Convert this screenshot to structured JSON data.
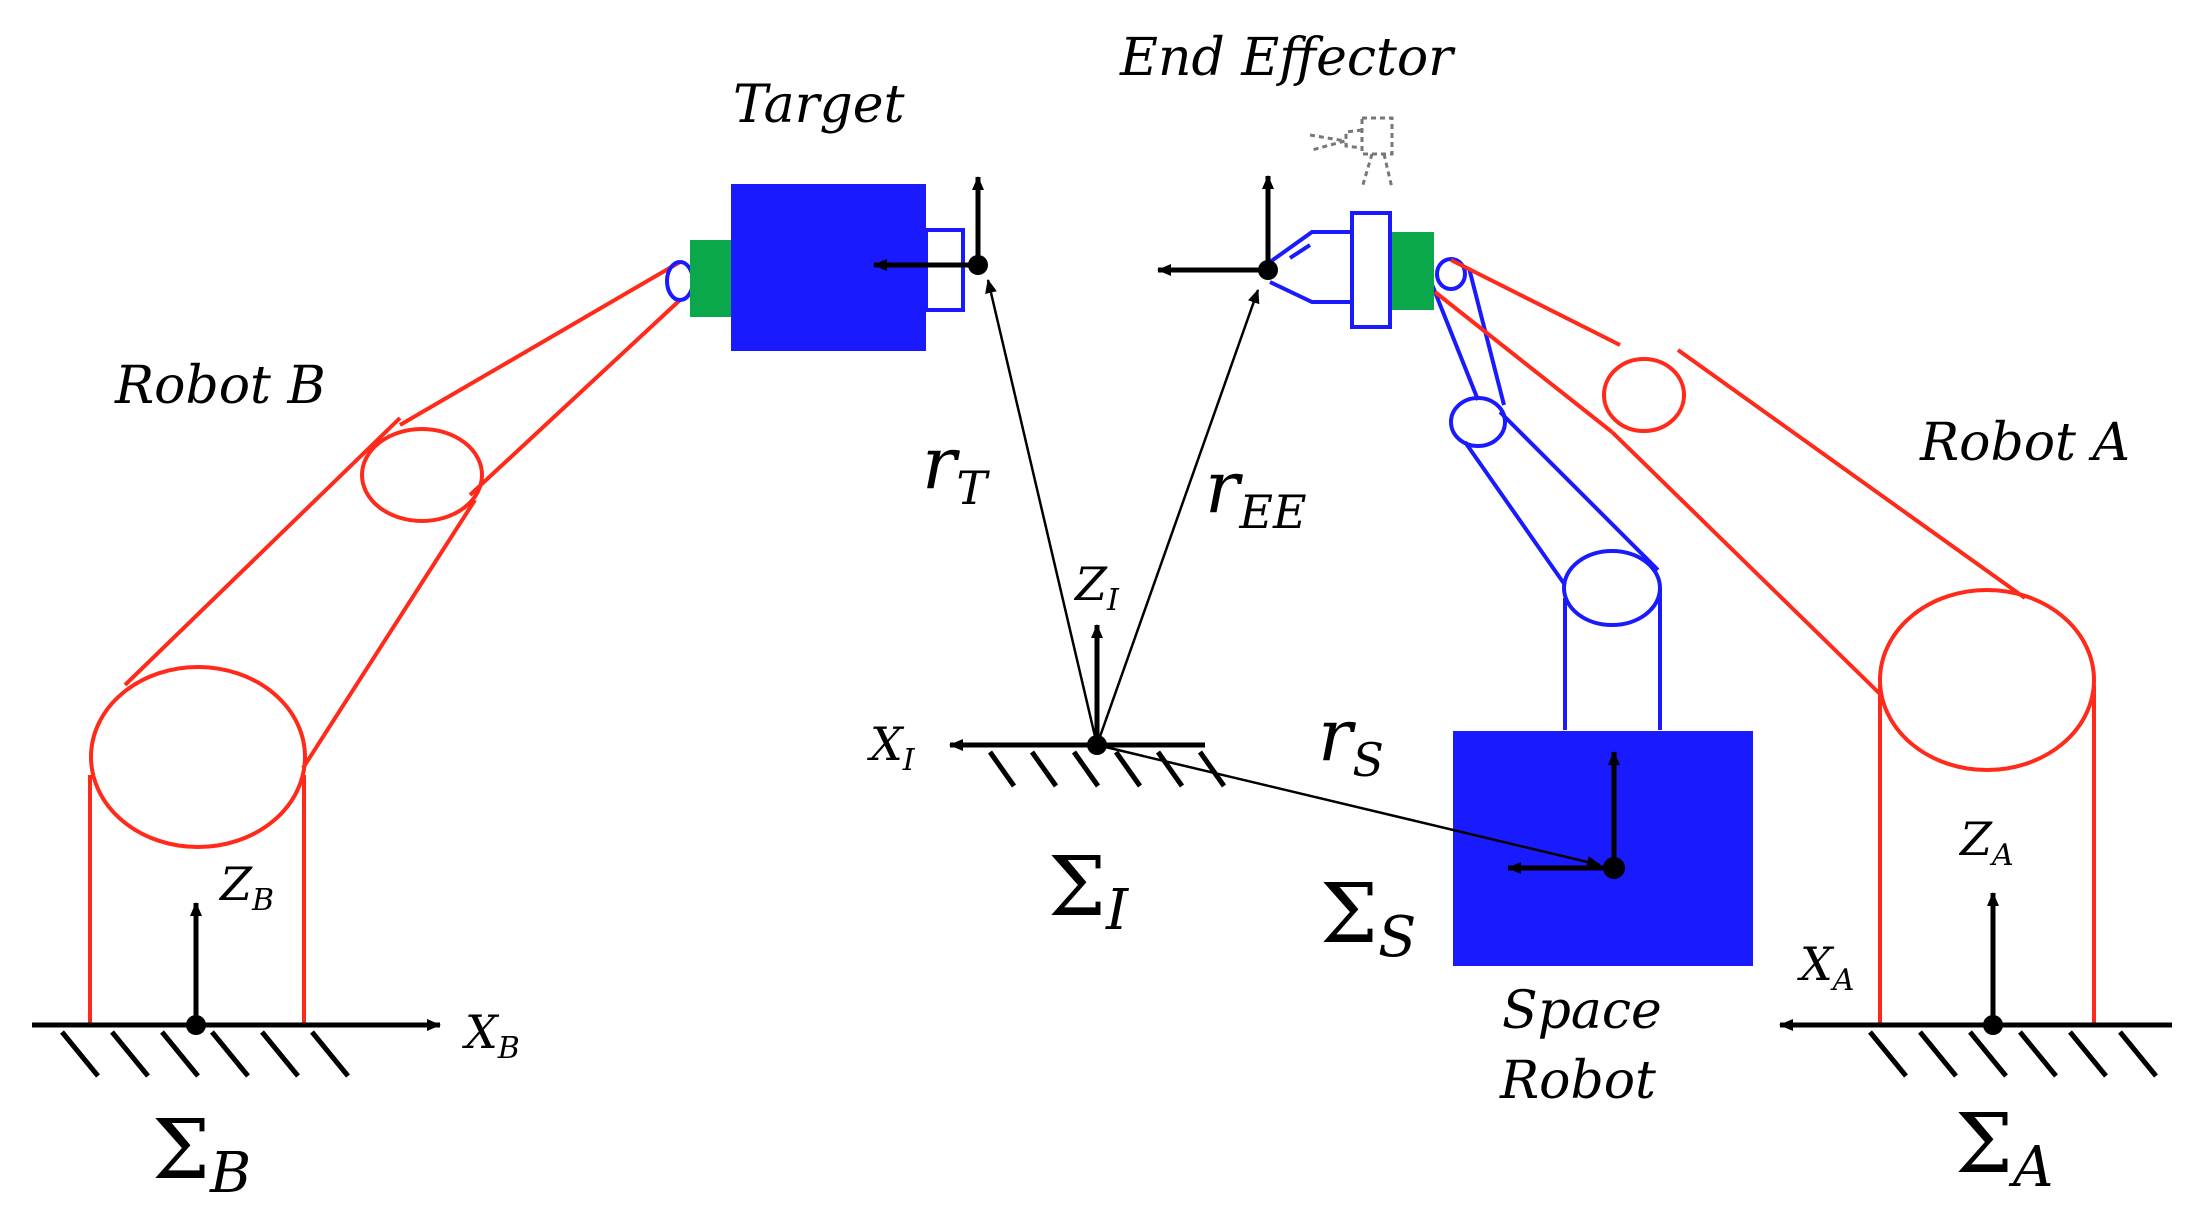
{
  "labels": {
    "target": "Target",
    "end_effector": "End Effector",
    "robot_b": "Robot B",
    "robot_a": "Robot A",
    "space_robot_line1": "Space",
    "space_robot_line2": "Robot"
  },
  "vectors": {
    "r_t": {
      "base": "r",
      "sub": "T"
    },
    "r_ee": {
      "base": "r",
      "sub": "EE"
    },
    "r_s": {
      "base": "r",
      "sub": "S"
    }
  },
  "frames": {
    "sigma_i": {
      "base": "Σ",
      "sub": "I"
    },
    "sigma_s": {
      "base": "Σ",
      "sub": "S"
    },
    "sigma_b": {
      "base": "Σ",
      "sub": "B"
    },
    "sigma_a": {
      "base": "Σ",
      "sub": "A"
    }
  },
  "axes": {
    "z_i": {
      "base": "Z",
      "sub": "I"
    },
    "x_i": {
      "base": "X",
      "sub": "I"
    },
    "z_b": {
      "base": "Z",
      "sub": "B"
    },
    "x_b": {
      "base": "X",
      "sub": "B"
    },
    "z_a": {
      "base": "Z",
      "sub": "A"
    },
    "x_a": {
      "base": "X",
      "sub": "A"
    }
  },
  "colors": {
    "robot_arm": "#ff2a1a",
    "space_robot": "#1a1aff",
    "gripper_green": "#0aa84a",
    "ink": "#000000"
  }
}
